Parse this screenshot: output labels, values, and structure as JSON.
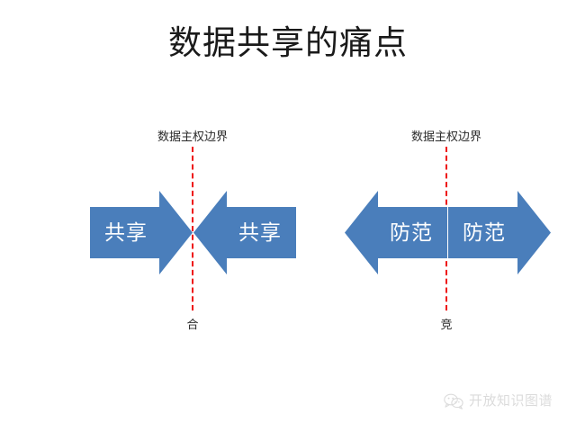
{
  "slide": {
    "title": "数据共享的痛点",
    "background_color": "#ffffff",
    "title_color": "#1a1a1a"
  },
  "colors": {
    "arrow_fill": "#4a7ebb",
    "arrow_text": "#ffffff",
    "boundary_line": "#ee1111",
    "watermark_text": "#8c8c8c"
  },
  "diagram": {
    "groups": [
      {
        "id": "left",
        "name": "cooperation-group",
        "boundary_label": "数据主权边界",
        "bottom_label": "合",
        "arrows": [
          {
            "label": "共享",
            "direction": "right"
          },
          {
            "label": "共享",
            "direction": "left"
          }
        ]
      },
      {
        "id": "right",
        "name": "competition-group",
        "boundary_label": "数据主权边界",
        "bottom_label": "竞",
        "arrows": [
          {
            "label": "防范",
            "direction": "left"
          },
          {
            "label": "防范",
            "direction": "right"
          }
        ]
      }
    ]
  },
  "watermark": {
    "text": "开放知识图谱",
    "logo": "wechat-bubble-icon"
  }
}
